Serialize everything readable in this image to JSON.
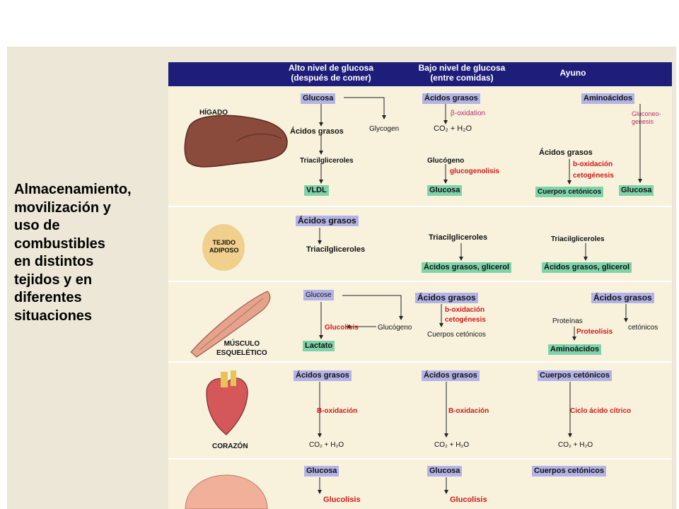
{
  "side_title": [
    "Almacenamiento,",
    "movilización y",
    "uso de",
    "combustibles",
    "en distintos",
    "tejidos y en",
    "diferentes",
    "situaciones"
  ],
  "header": {
    "col1": [
      "Alto nivel de glucosa",
      "(después de comer)"
    ],
    "col2": [
      "Bajo nivel de glucosa",
      "(entre comidas)"
    ],
    "col3": "Ayuno"
  },
  "colors": {
    "header_bg": "#1e1e7a",
    "panel_bg": "#f8f2dd",
    "box_blue": "#b3b3e6",
    "box_green": "#7fd3a8",
    "enzyme_red": "#d01818"
  },
  "liver": {
    "label": "HÍGADO",
    "c1": {
      "start": "Glucosa",
      "fa": "Ácidos grasos",
      "glycogen": "Glycogen",
      "tag": "Triacilgliceroles",
      "end": "VLDL"
    },
    "c2": {
      "start": "Ácidos grasos",
      "step": "β-oxidation",
      "product": "CO₂ + H₂O",
      "glycogen": "Glucógeno",
      "step2": "glucogenolisis",
      "end": "Glucosa"
    },
    "c3": {
      "start": "Aminoácidos",
      "gng": [
        "Gluconeo-",
        "genesis"
      ],
      "fa": "Ácidos grasos",
      "step1": "b-oxidación",
      "step2": "cetogénesis",
      "ketones": "Cuerpos cetónicos",
      "end": "Glucosa"
    }
  },
  "adipose": {
    "label": [
      "TEJIDO",
      "ADIPOSO"
    ],
    "c1": {
      "start": "Ácidos grasos",
      "end": "Triacilgliceroles"
    },
    "c2": {
      "start": "Triacilgliceroles",
      "end": "Ácidos grasos, glicerol"
    },
    "c3": {
      "start": "Triacilgliceroles",
      "end": "Ácidos grasos, glicerol"
    }
  },
  "muscle": {
    "label": [
      "MÚSCULO",
      "ESQUELÉTICO"
    ],
    "c1": {
      "start": "Glucose",
      "step": "Glucolisis",
      "glycogen": "Glucógeno",
      "end": "Lactato"
    },
    "c2": {
      "start": "Ácidos grasos",
      "step1": "b-oxidación",
      "step2": "cetogénesis",
      "end": "Cuerpos cetónicos"
    },
    "c3": {
      "start": "Ácidos grasos",
      "proteins": "Proteínas",
      "step": "Proteolisis",
      "ketones": "cetónicos",
      "end": "Aminoácidos"
    }
  },
  "heart": {
    "label": "CORAZÓN",
    "c1": {
      "start": "Ácidos grasos",
      "step": "B-oxidación",
      "end": "CO₂ + H₂O"
    },
    "c2": {
      "start": "Ácidos grasos",
      "step": "B-oxidación",
      "end": "CO₂ + H₂O"
    },
    "c3": {
      "start": "Cuerpos cetónicos",
      "step": "Ciclo ácido cítrico",
      "end": "CO₂ + H₂O"
    }
  },
  "brain": {
    "c1": {
      "start": "Glucosa",
      "step": "Glucolisis"
    },
    "c2": {
      "start": "Glucosa",
      "step": "Glucolisis"
    },
    "c3": {
      "start": "Cuerpos cetónicos"
    }
  }
}
